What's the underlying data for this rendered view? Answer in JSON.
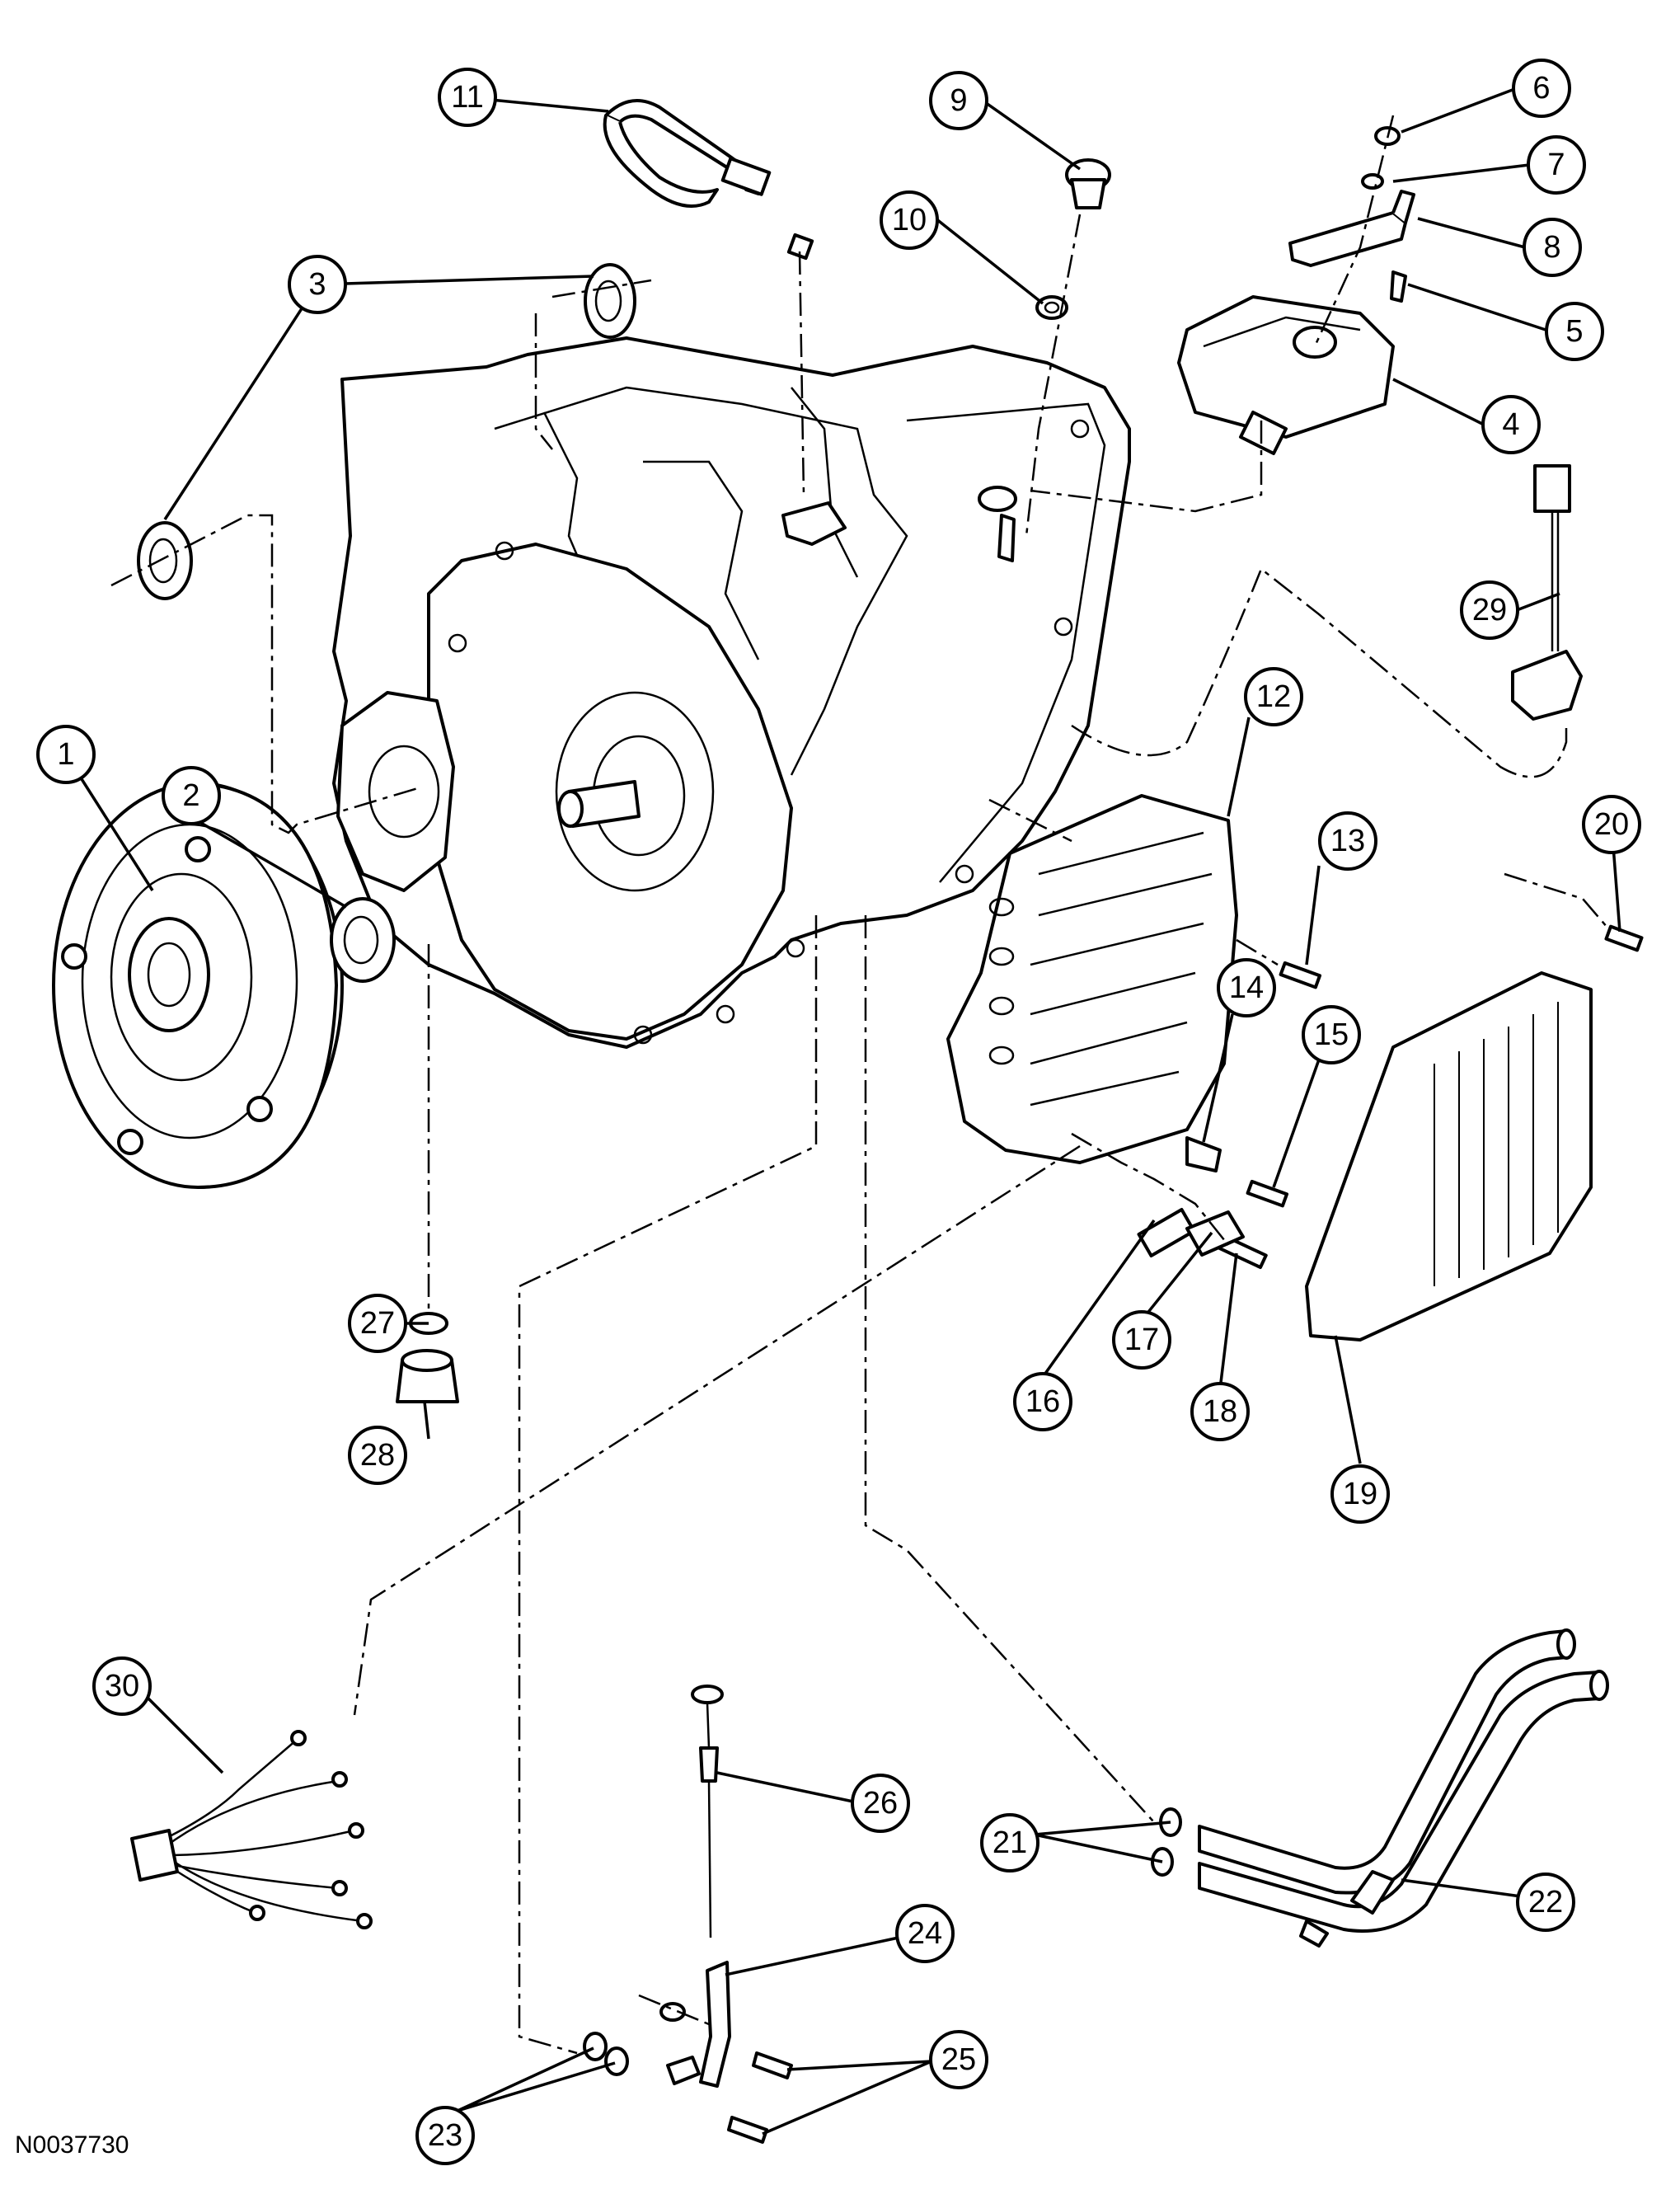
{
  "figure_id": "N0037730",
  "callouts": [
    {
      "number": "1",
      "part": "torque-converter"
    },
    {
      "number": "2",
      "part": "seal"
    },
    {
      "number": "3",
      "part": "seals"
    },
    {
      "number": "4",
      "part": "range-sensor"
    },
    {
      "number": "5",
      "part": "bolt"
    },
    {
      "number": "6",
      "part": "nut"
    },
    {
      "number": "7",
      "part": "washer"
    },
    {
      "number": "8",
      "part": "lever"
    },
    {
      "number": "9",
      "part": "plug"
    },
    {
      "number": "10",
      "part": "washer"
    },
    {
      "number": "11",
      "part": "vent-tube"
    },
    {
      "number": "12",
      "part": "main-control-valve-body"
    },
    {
      "number": "13",
      "part": "bolt"
    },
    {
      "number": "14",
      "part": "clip"
    },
    {
      "number": "15",
      "part": "bolt"
    },
    {
      "number": "16",
      "part": "gasket"
    },
    {
      "number": "17",
      "part": "sensor"
    },
    {
      "number": "18",
      "part": "bolt"
    },
    {
      "number": "19",
      "part": "valve-body-cover"
    },
    {
      "number": "20",
      "part": "bolt"
    },
    {
      "number": "21",
      "part": "o-rings"
    },
    {
      "number": "22",
      "part": "cooler-tubes"
    },
    {
      "number": "23",
      "part": "o-rings"
    },
    {
      "number": "24",
      "part": "dipstick-tube"
    },
    {
      "number": "25",
      "part": "bolts"
    },
    {
      "number": "26",
      "part": "dipstick"
    },
    {
      "number": "27",
      "part": "o-ring"
    },
    {
      "number": "28",
      "part": "plug"
    },
    {
      "number": "29",
      "part": "speed-sensor"
    },
    {
      "number": "30",
      "part": "wiring-harness"
    }
  ]
}
